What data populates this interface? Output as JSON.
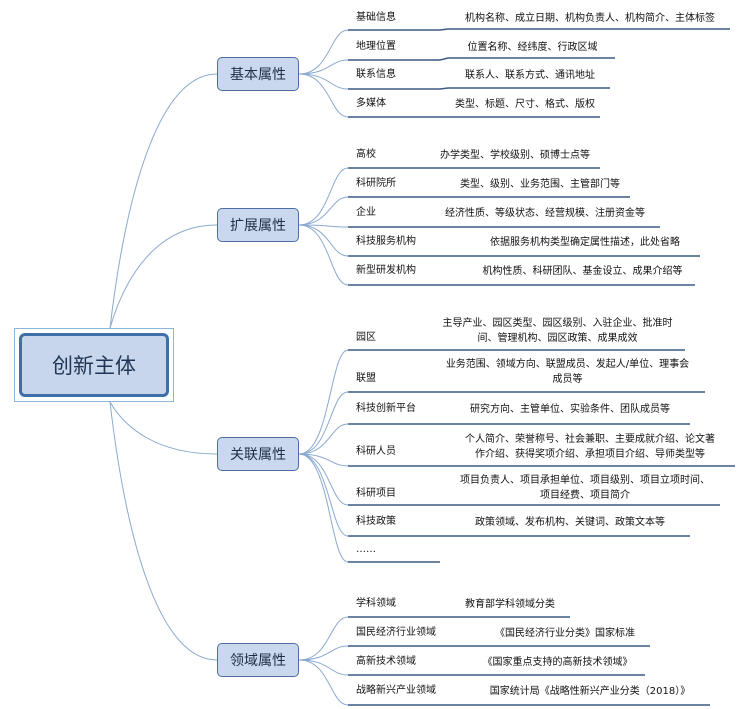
{
  "root": {
    "label": "创新主体"
  },
  "branches": [
    {
      "label": "基本属性",
      "children": [
        {
          "label": "基础信息",
          "desc": "机构名称、成立日期、机构负责人、机构简介、主体标签"
        },
        {
          "label": "地理位置",
          "desc": "位置名称、经纬度、行政区域"
        },
        {
          "label": "联系信息",
          "desc": "联系人、联系方式、通讯地址"
        },
        {
          "label": "多媒体",
          "desc": "类型、标题、尺寸、格式、版权"
        }
      ]
    },
    {
      "label": "扩展属性",
      "children": [
        {
          "label": "高校",
          "desc": "办学类型、学校级别、硕博士点等"
        },
        {
          "label": "科研院所",
          "desc": "类型、级别、业务范围、主管部门等"
        },
        {
          "label": "企业",
          "desc": "经济性质、等级状态、经营规模、注册资金等"
        },
        {
          "label": "科技服务机构",
          "desc": "依据服务机构类型确定属性描述，此处省略"
        },
        {
          "label": "新型研发机构",
          "desc": "机构性质、科研团队、基金设立、成果介绍等"
        }
      ]
    },
    {
      "label": "关联属性",
      "children": [
        {
          "label": "园区",
          "desc_lines": [
            "主导产业、园区类型、园区级别、入驻企业、批准时",
            "间、管理机构、园区政策、成果成效"
          ]
        },
        {
          "label": "联盟",
          "desc_lines": [
            "业务范围、领域方向、联盟成员、发起人/单位、理事会",
            "成员等"
          ]
        },
        {
          "label": "科技创新平台",
          "desc": "研究方向、主管单位、实验条件、团队成员等"
        },
        {
          "label": "科研人员",
          "desc_lines": [
            "个人简介、荣誉称号、社会兼职、主要成就介绍、论文著",
            "作介绍、获得奖项介绍、承担项目介绍、导师类型等"
          ]
        },
        {
          "label": "科研项目",
          "desc_lines": [
            "项目负责人、项目承担单位、项目级别、项目立项时间、",
            "项目经费、项目简介"
          ]
        },
        {
          "label": "科技政策",
          "desc": "政策领域、发布机构、关键词、政策文本等"
        },
        {
          "label": "……",
          "desc": ""
        }
      ]
    },
    {
      "label": "领域属性",
      "children": [
        {
          "label": "学科领域",
          "desc": "教育部学科领域分类"
        },
        {
          "label": "国民经济行业领域",
          "desc": "《国民经济行业分类》国家标准"
        },
        {
          "label": "高新技术领域",
          "desc": "《国家重点支持的高新技术领域》"
        },
        {
          "label": "战略新兴产业领域",
          "desc": "国家统计局《战略性新兴产业分类（2018）》"
        }
      ]
    }
  ],
  "colors": {
    "connector": "#8aa9d0",
    "underline": "#3d5a86",
    "branch_fill": "#c9d8ec"
  }
}
